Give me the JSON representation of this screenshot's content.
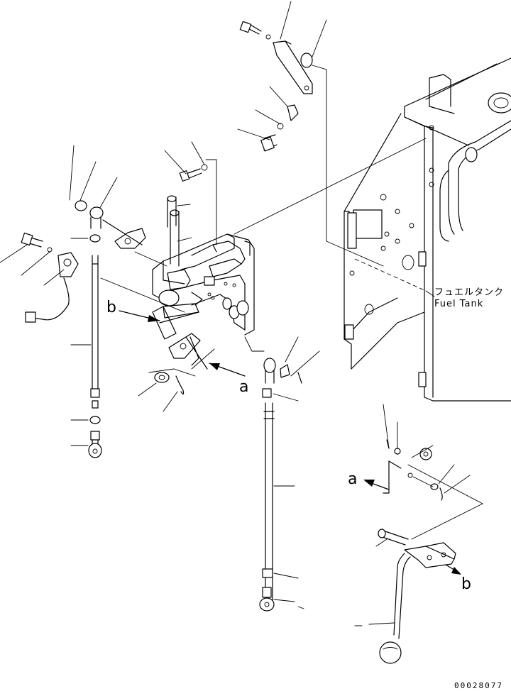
{
  "callouts": {
    "view_a_upper": "a",
    "view_a_lower": "a",
    "view_b_upper": "b",
    "view_b_lower": "b"
  },
  "notes": {
    "fuel_tank_jp": "フュエルタンク",
    "fuel_tank_en": "Fuel Tank"
  },
  "drawing_number": "00028077"
}
